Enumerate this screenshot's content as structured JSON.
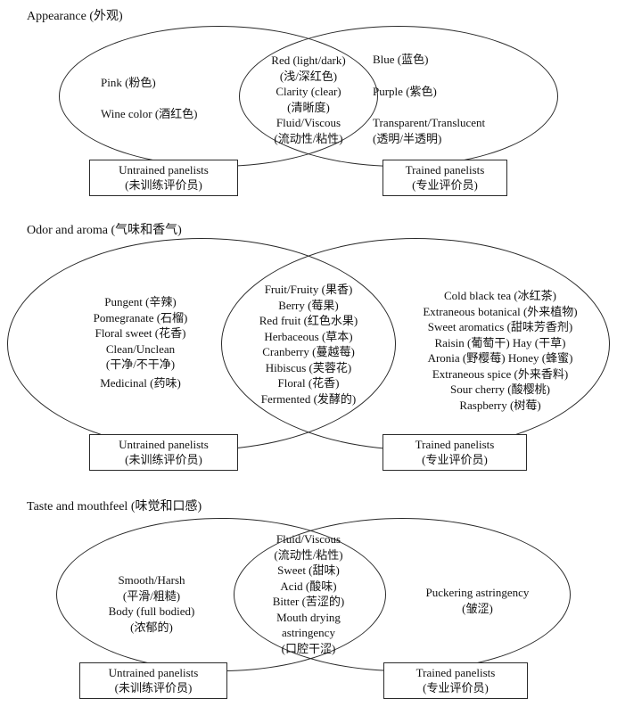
{
  "figure": {
    "line_color": "#2a2a2a",
    "background": "#ffffff"
  },
  "sections": [
    {
      "id": "appearance",
      "title": "Appearance (外观)",
      "left_items": [
        [
          "Pink (粉色)"
        ],
        [
          "Wine color (酒红色)"
        ]
      ],
      "center_items": [
        [
          "Red (light/dark)",
          "(浅/深红色)"
        ],
        [
          "Clarity (clear)",
          "(清晰度)"
        ],
        [
          "Fluid/Viscous",
          "(流动性/粘性)"
        ]
      ],
      "right_items": [
        [
          "Blue (蓝色)"
        ],
        [
          "Purple (紫色)"
        ],
        [
          "Transparent/Translucent",
          "(透明/半透明)"
        ]
      ],
      "left_box": [
        "Untrained panelists",
        "(未训练评价员)"
      ],
      "right_box": [
        "Trained panelists",
        "(专业评价员)"
      ]
    },
    {
      "id": "odor-and-aroma",
      "title": "Odor and aroma (气味和香气)",
      "left_items": [
        [
          "Pungent (辛辣)"
        ],
        [
          "Pomegranate (石榴)"
        ],
        [
          "Floral sweet (花香)"
        ],
        [
          "Clean/Unclean",
          "(干净/不干净)"
        ],
        [
          "Medicinal (药味)"
        ]
      ],
      "center_items": [
        [
          "Fruit/Fruity (果香)"
        ],
        [
          "Berry (莓果)"
        ],
        [
          "Red fruit (红色水果)"
        ],
        [
          "Herbaceous (草本)"
        ],
        [
          "Cranberry (蔓越莓)"
        ],
        [
          "Hibiscus (芙蓉花)"
        ],
        [
          "Floral (花香)"
        ],
        [
          "Fermented (发酵的)"
        ]
      ],
      "right_items": [
        [
          "Cold black tea (冰红茶)"
        ],
        [
          "Extraneous botanical (外来植物)"
        ],
        [
          "Sweet aromatics (甜味芳香剂)"
        ],
        [
          "Raisin (葡萄干) Hay (干草)"
        ],
        [
          "Aronia (野樱莓) Honey (蜂蜜)"
        ],
        [
          "Extraneous spice (外来香料)"
        ],
        [
          "Sour cherry (酸樱桃)"
        ],
        [
          "Raspberry (树莓)"
        ]
      ],
      "left_box": [
        "Untrained panelists",
        "(未训练评价员)"
      ],
      "right_box": [
        "Trained panelists",
        "(专业评价员)"
      ]
    },
    {
      "id": "taste-and-mouthfeel",
      "title": "Taste and mouthfeel (味觉和口感)",
      "left_items": [
        [
          "Smooth/Harsh",
          "(平滑/粗糙)"
        ],
        [
          "Body (full bodied)",
          "(浓郁的)"
        ]
      ],
      "center_items": [
        [
          "Fluid/Viscous",
          "(流动性/粘性)"
        ],
        [
          "Sweet (甜味)"
        ],
        [
          "Acid (酸味)"
        ],
        [
          "Bitter (苦涩的)"
        ],
        [
          "Mouth drying",
          "astringency",
          "(口腔干涩)"
        ]
      ],
      "right_items": [
        [
          "Puckering astringency",
          "(皱涩)"
        ]
      ],
      "left_box": [
        "Untrained panelists",
        "(未训练评价员)"
      ],
      "right_box": [
        "Trained panelists",
        "(专业评价员)"
      ]
    }
  ]
}
